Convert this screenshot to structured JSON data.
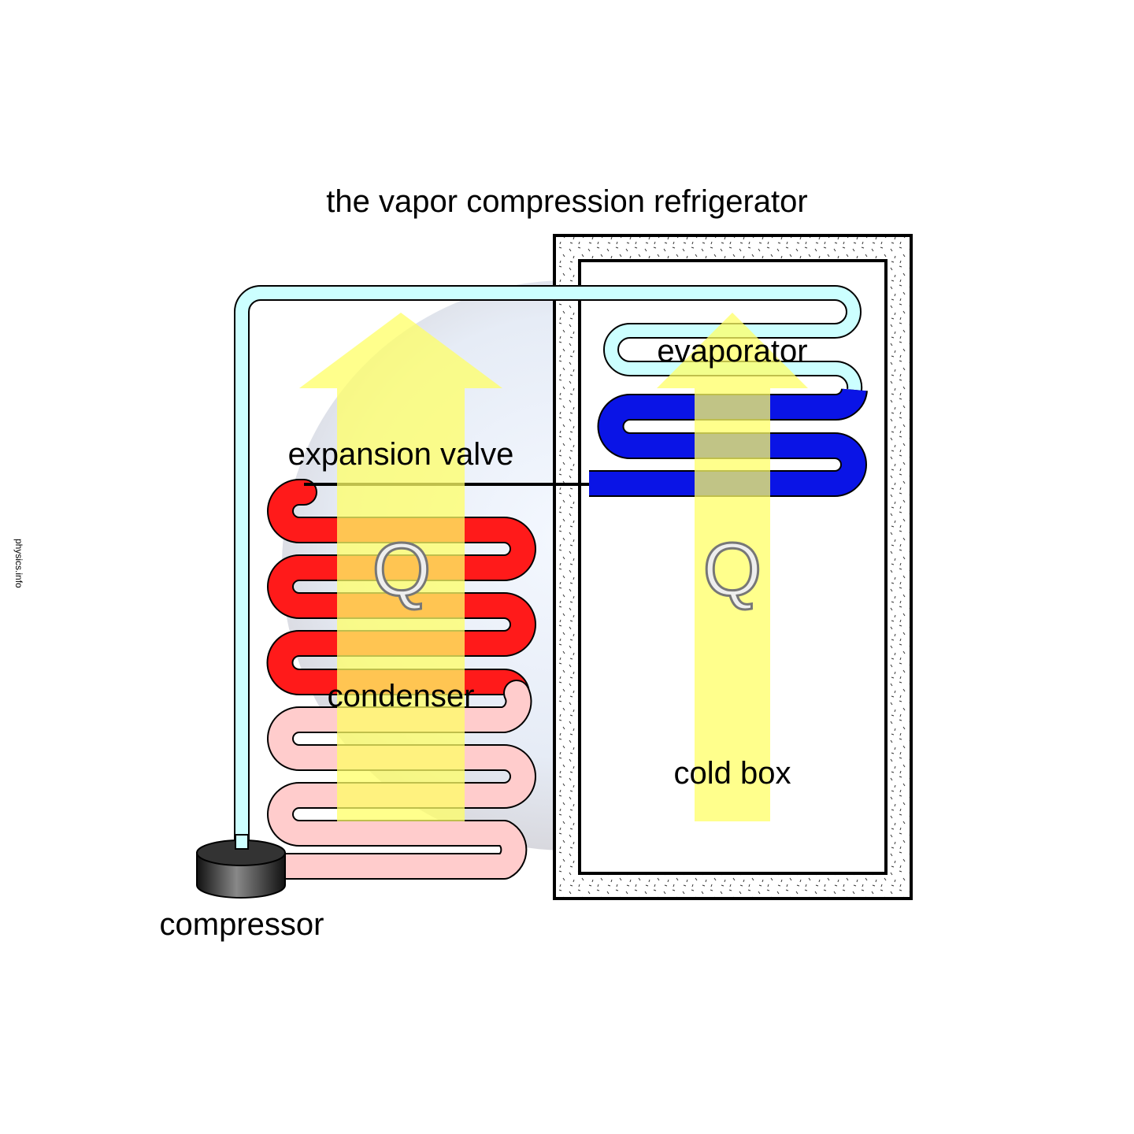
{
  "title": "the vapor compression refrigerator",
  "labels": {
    "evaporator": "evaporator",
    "expansion_valve": "expansion valve",
    "condenser": "condenser",
    "cold_box": "cold box",
    "compressor": "compressor"
  },
  "heat_symbol": "Q",
  "watermark": "physics.info",
  "colors": {
    "hot_gas": "#ff1a1a",
    "warm_liquid": "#ffcccc",
    "cold_liquid": "#0a14e6",
    "cold_gas": "#ccffff",
    "heat_arrow": "#ffff66",
    "insulation": "#ffffff"
  }
}
